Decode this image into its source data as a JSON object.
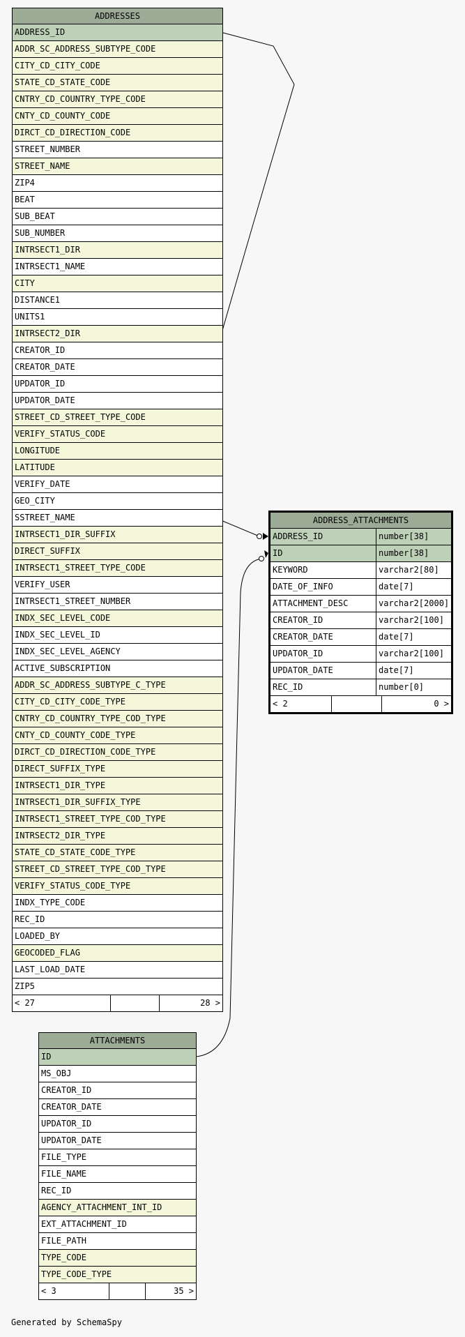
{
  "tables": {
    "addresses": {
      "name": "ADDRESSES",
      "columns": [
        {
          "name": "ADDRESS_ID",
          "kind": "pk"
        },
        {
          "name": "ADDR_SC_ADDRESS_SUBTYPE_CODE",
          "kind": "fk"
        },
        {
          "name": "CITY_CD_CITY_CODE",
          "kind": "fk"
        },
        {
          "name": "STATE_CD_STATE_CODE",
          "kind": "fk"
        },
        {
          "name": "CNTRY_CD_COUNTRY_TYPE_CODE",
          "kind": "fk"
        },
        {
          "name": "CNTY_CD_COUNTY_CODE",
          "kind": "fk"
        },
        {
          "name": "DIRCT_CD_DIRECTION_CODE",
          "kind": "fk"
        },
        {
          "name": "STREET_NUMBER",
          "kind": "plain"
        },
        {
          "name": "STREET_NAME",
          "kind": "fk"
        },
        {
          "name": "ZIP4",
          "kind": "plain"
        },
        {
          "name": "BEAT",
          "kind": "plain"
        },
        {
          "name": "SUB_BEAT",
          "kind": "plain"
        },
        {
          "name": "SUB_NUMBER",
          "kind": "plain"
        },
        {
          "name": "INTRSECT1_DIR",
          "kind": "fk"
        },
        {
          "name": "INTRSECT1_NAME",
          "kind": "plain"
        },
        {
          "name": "CITY",
          "kind": "fk"
        },
        {
          "name": "DISTANCE1",
          "kind": "plain"
        },
        {
          "name": "UNITS1",
          "kind": "plain"
        },
        {
          "name": "INTRSECT2_DIR",
          "kind": "fk"
        },
        {
          "name": "CREATOR_ID",
          "kind": "plain"
        },
        {
          "name": "CREATOR_DATE",
          "kind": "plain"
        },
        {
          "name": "UPDATOR_ID",
          "kind": "plain"
        },
        {
          "name": "UPDATOR_DATE",
          "kind": "plain"
        },
        {
          "name": "STREET_CD_STREET_TYPE_CODE",
          "kind": "fk"
        },
        {
          "name": "VERIFY_STATUS_CODE",
          "kind": "fk"
        },
        {
          "name": "LONGITUDE",
          "kind": "fk"
        },
        {
          "name": "LATITUDE",
          "kind": "fk"
        },
        {
          "name": "VERIFY_DATE",
          "kind": "plain"
        },
        {
          "name": "GEO_CITY",
          "kind": "plain"
        },
        {
          "name": "SSTREET_NAME",
          "kind": "plain"
        },
        {
          "name": "INTRSECT1_DIR_SUFFIX",
          "kind": "fk"
        },
        {
          "name": "DIRECT_SUFFIX",
          "kind": "fk"
        },
        {
          "name": "INTRSECT1_STREET_TYPE_CODE",
          "kind": "fk"
        },
        {
          "name": "VERIFY_USER",
          "kind": "plain"
        },
        {
          "name": "INTRSECT1_STREET_NUMBER",
          "kind": "plain"
        },
        {
          "name": "INDX_SEC_LEVEL_CODE",
          "kind": "fk"
        },
        {
          "name": "INDX_SEC_LEVEL_ID",
          "kind": "plain"
        },
        {
          "name": "INDX_SEC_LEVEL_AGENCY",
          "kind": "plain"
        },
        {
          "name": "ACTIVE_SUBSCRIPTION",
          "kind": "plain"
        },
        {
          "name": "ADDR_SC_ADDRESS_SUBTYPE_C_TYPE",
          "kind": "fk"
        },
        {
          "name": "CITY_CD_CITY_CODE_TYPE",
          "kind": "fk"
        },
        {
          "name": "CNTRY_CD_COUNTRY_TYPE_COD_TYPE",
          "kind": "fk"
        },
        {
          "name": "CNTY_CD_COUNTY_CODE_TYPE",
          "kind": "fk"
        },
        {
          "name": "DIRCT_CD_DIRECTION_CODE_TYPE",
          "kind": "fk"
        },
        {
          "name": "DIRECT_SUFFIX_TYPE",
          "kind": "fk"
        },
        {
          "name": "INTRSECT1_DIR_TYPE",
          "kind": "fk"
        },
        {
          "name": "INTRSECT1_DIR_SUFFIX_TYPE",
          "kind": "fk"
        },
        {
          "name": "INTRSECT1_STREET_TYPE_COD_TYPE",
          "kind": "fk"
        },
        {
          "name": "INTRSECT2_DIR_TYPE",
          "kind": "fk"
        },
        {
          "name": "STATE_CD_STATE_CODE_TYPE",
          "kind": "fk"
        },
        {
          "name": "STREET_CD_STREET_TYPE_COD_TYPE",
          "kind": "fk"
        },
        {
          "name": "VERIFY_STATUS_CODE_TYPE",
          "kind": "fk"
        },
        {
          "name": "INDX_TYPE_CODE",
          "kind": "plain"
        },
        {
          "name": "REC_ID",
          "kind": "plain"
        },
        {
          "name": "LOADED_BY",
          "kind": "plain"
        },
        {
          "name": "GEOCODED_FLAG",
          "kind": "fk"
        },
        {
          "name": "LAST_LOAD_DATE",
          "kind": "plain"
        },
        {
          "name": "ZIP5",
          "kind": "plain"
        }
      ],
      "footer_left": "< 27",
      "footer_right": "28 >"
    },
    "address_attachments": {
      "name": "ADDRESS_ATTACHMENTS",
      "columns": [
        {
          "name": "ADDRESS_ID",
          "type": "number[38]",
          "kind": "pk"
        },
        {
          "name": "ID",
          "type": "number[38]",
          "kind": "pk"
        },
        {
          "name": "KEYWORD",
          "type": "varchar2[80]",
          "kind": "plain"
        },
        {
          "name": "DATE_OF_INFO",
          "type": "date[7]",
          "kind": "plain"
        },
        {
          "name": "ATTACHMENT_DESC",
          "type": "varchar2[2000]",
          "kind": "plain"
        },
        {
          "name": "CREATOR_ID",
          "type": "varchar2[100]",
          "kind": "plain"
        },
        {
          "name": "CREATOR_DATE",
          "type": "date[7]",
          "kind": "plain"
        },
        {
          "name": "UPDATOR_ID",
          "type": "varchar2[100]",
          "kind": "plain"
        },
        {
          "name": "UPDATOR_DATE",
          "type": "date[7]",
          "kind": "plain"
        },
        {
          "name": "REC_ID",
          "type": "number[0]",
          "kind": "plain"
        }
      ],
      "footer_left": "< 2",
      "footer_right": "0 >"
    },
    "attachments": {
      "name": "ATTACHMENTS",
      "columns": [
        {
          "name": "ID",
          "kind": "pk"
        },
        {
          "name": "MS_OBJ",
          "kind": "plain"
        },
        {
          "name": "CREATOR_ID",
          "kind": "plain"
        },
        {
          "name": "CREATOR_DATE",
          "kind": "plain"
        },
        {
          "name": "UPDATOR_ID",
          "kind": "plain"
        },
        {
          "name": "UPDATOR_DATE",
          "kind": "plain"
        },
        {
          "name": "FILE_TYPE",
          "kind": "plain"
        },
        {
          "name": "FILE_NAME",
          "kind": "plain"
        },
        {
          "name": "REC_ID",
          "kind": "plain"
        },
        {
          "name": "AGENCY_ATTACHMENT_INT_ID",
          "kind": "fk"
        },
        {
          "name": "EXT_ATTACHMENT_ID",
          "kind": "plain"
        },
        {
          "name": "FILE_PATH",
          "kind": "plain"
        },
        {
          "name": "TYPE_CODE",
          "kind": "fk"
        },
        {
          "name": "TYPE_CODE_TYPE",
          "kind": "fk"
        }
      ],
      "footer_left": "< 3",
      "footer_right": "35 >"
    }
  },
  "relationships": [
    {
      "from": "addresses.ADDRESS_ID",
      "to": "address_attachments.ADDRESS_ID"
    },
    {
      "from": "attachments.ID",
      "to": "address_attachments.ID"
    }
  ],
  "generated_by": "Generated by SchemaSpy",
  "colors": {
    "header": "#9bab96",
    "primary_key": "#bed1b8",
    "foreign_key": "#f4f7da",
    "plain": "#ffffff",
    "background": "#f7f7f7"
  }
}
